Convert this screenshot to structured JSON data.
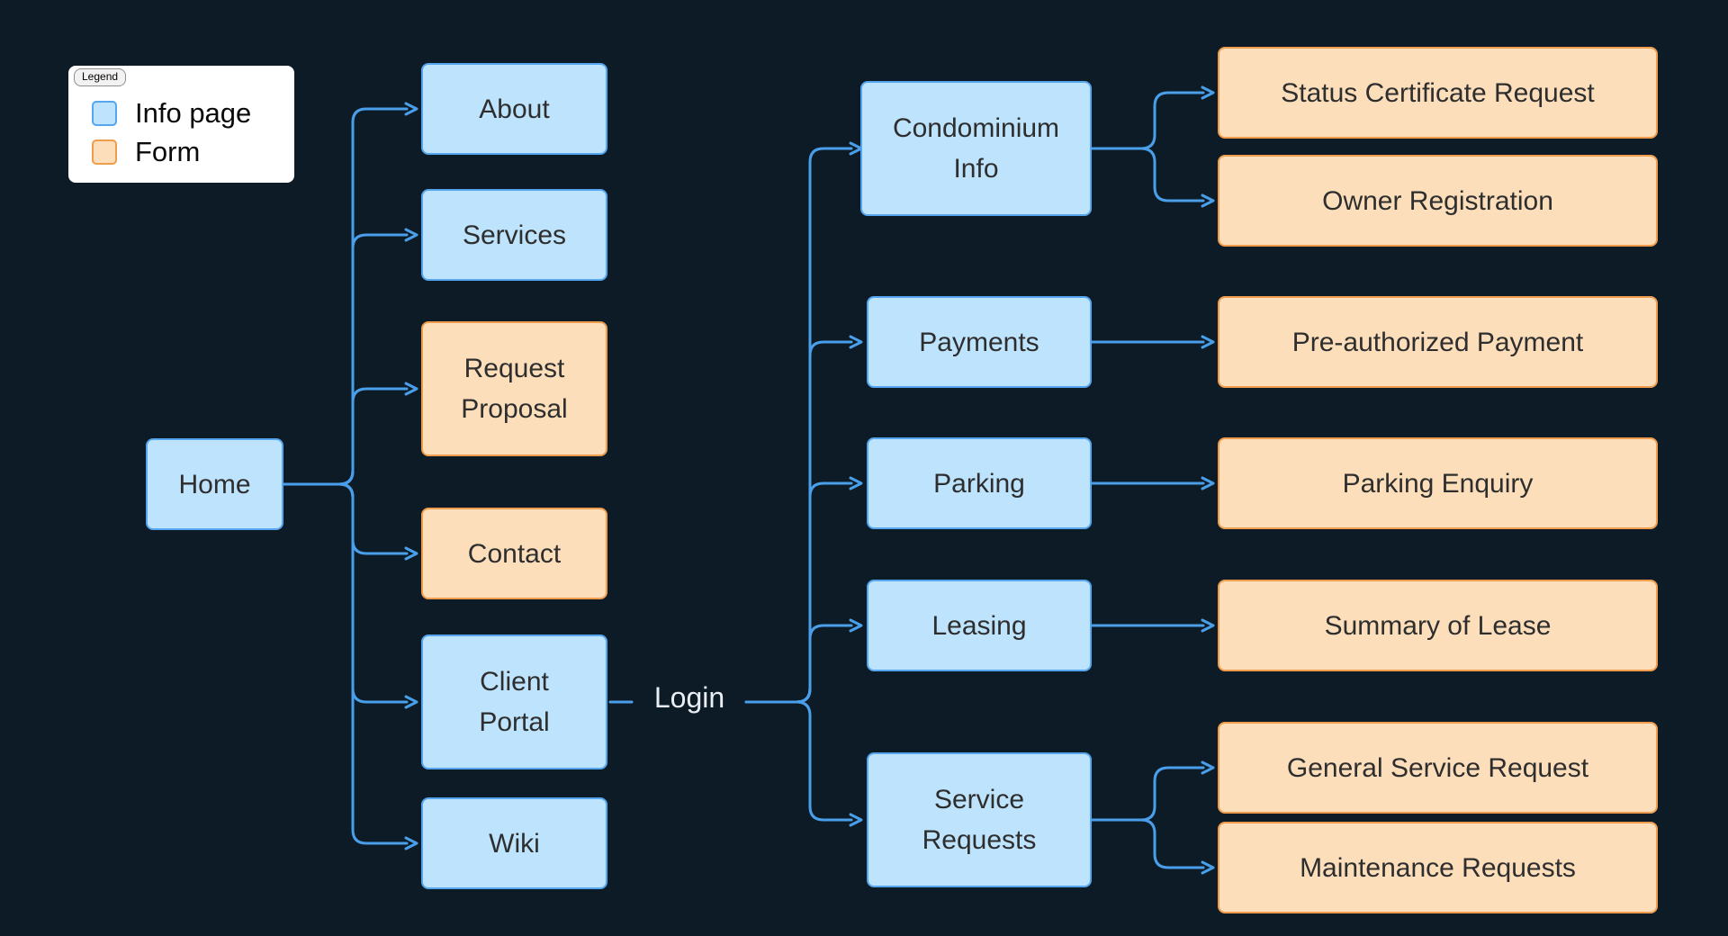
{
  "colors": {
    "background": "#0d1b26",
    "edge": "#4a9fea",
    "info_fill": "#bee3fc",
    "info_border": "#55a6ee",
    "form_fill": "#fcdebb",
    "form_border": "#ef9d4c",
    "node_text": "#2e2e2e",
    "login_text": "#e9eef4"
  },
  "legend": {
    "title": "Legend",
    "items": [
      {
        "label": "Info page",
        "type": "info"
      },
      {
        "label": "Form",
        "type": "form"
      }
    ]
  },
  "diagram": {
    "login": {
      "label": "Login"
    },
    "nodes": {
      "home": {
        "label": "Home",
        "type": "info"
      },
      "about": {
        "label": "About",
        "type": "info"
      },
      "services": {
        "label": "Services",
        "type": "info"
      },
      "request_proposal": {
        "label": "Request Proposal",
        "type": "form"
      },
      "contact": {
        "label": "Contact",
        "type": "form"
      },
      "client_portal": {
        "label": "Client Portal",
        "type": "info"
      },
      "wiki": {
        "label": "Wiki",
        "type": "info"
      },
      "condominium_info": {
        "label": "Condominium Info",
        "type": "info"
      },
      "payments": {
        "label": "Payments",
        "type": "info"
      },
      "parking": {
        "label": "Parking",
        "type": "info"
      },
      "leasing": {
        "label": "Leasing",
        "type": "info"
      },
      "service_requests": {
        "label": "Service Requests",
        "type": "info"
      },
      "status_certificate_request": {
        "label": "Status Certificate Request",
        "type": "form"
      },
      "owner_registration": {
        "label": "Owner Registration",
        "type": "form"
      },
      "pre_authorized_payment": {
        "label": "Pre-authorized Payment",
        "type": "form"
      },
      "parking_enquiry": {
        "label": "Parking Enquiry",
        "type": "form"
      },
      "summary_of_lease": {
        "label": "Summary of Lease",
        "type": "form"
      },
      "general_service_request": {
        "label": "General Service Request",
        "type": "form"
      },
      "maintenance_requests": {
        "label": "Maintenance Requests",
        "type": "form"
      }
    },
    "edges": [
      {
        "from": "Home",
        "to": "About"
      },
      {
        "from": "Home",
        "to": "Services"
      },
      {
        "from": "Home",
        "to": "Request Proposal"
      },
      {
        "from": "Home",
        "to": "Contact"
      },
      {
        "from": "Home",
        "to": "Client Portal"
      },
      {
        "from": "Home",
        "to": "Wiki"
      },
      {
        "from": "Client Portal",
        "to": "Login"
      },
      {
        "from": "Login",
        "to": "Condominium Info"
      },
      {
        "from": "Login",
        "to": "Payments"
      },
      {
        "from": "Login",
        "to": "Parking"
      },
      {
        "from": "Login",
        "to": "Leasing"
      },
      {
        "from": "Login",
        "to": "Service Requests"
      },
      {
        "from": "Condominium Info",
        "to": "Status Certificate Request"
      },
      {
        "from": "Condominium Info",
        "to": "Owner Registration"
      },
      {
        "from": "Payments",
        "to": "Pre-authorized Payment"
      },
      {
        "from": "Parking",
        "to": "Parking Enquiry"
      },
      {
        "from": "Leasing",
        "to": "Summary of Lease"
      },
      {
        "from": "Service Requests",
        "to": "General Service Request"
      },
      {
        "from": "Service Requests",
        "to": "Maintenance Requests"
      }
    ]
  }
}
